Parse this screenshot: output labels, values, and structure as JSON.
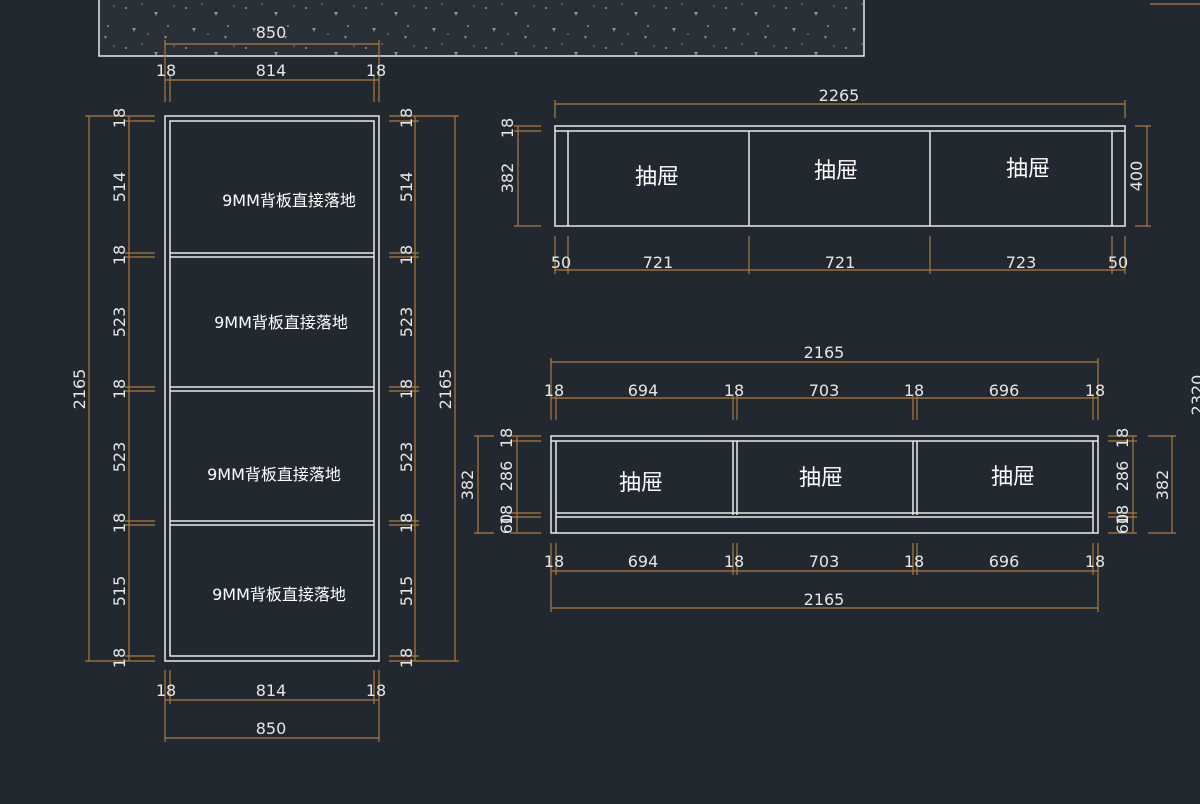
{
  "colors": {
    "background": "#212830",
    "object_lines": "#e8e8e8",
    "dimension_lines": "#b07a3a",
    "text": "#e6e6e6"
  },
  "top_strip": {
    "width_label": "850"
  },
  "cabinet_front": {
    "top": {
      "total": "850",
      "left": "18",
      "mid": "814",
      "right": "18"
    },
    "bottom": {
      "left": "18",
      "mid": "814",
      "right": "18",
      "total": "850"
    },
    "left_dims": [
      "18",
      "514",
      "18",
      "523",
      "18",
      "523",
      "18",
      "515",
      "18"
    ],
    "left_total": "2165",
    "right_dims": [
      "18",
      "514",
      "18",
      "523",
      "18",
      "523",
      "18",
      "515",
      "18"
    ],
    "right_total": "2165",
    "panels": [
      "9MM背板直接落地",
      "9MM背板直接落地",
      "9MM背板直接落地",
      "9MM背板直接落地"
    ]
  },
  "drawer_top": {
    "total": "2265",
    "bottom_dims": [
      "50",
      "721",
      "721",
      "723",
      "50"
    ],
    "left_dims": [
      "18",
      "382"
    ],
    "right_dim": "400",
    "labels": [
      "抽屉",
      "抽屉",
      "抽屉"
    ]
  },
  "drawer_bottom": {
    "top_total": "2165",
    "top_dims": [
      "18",
      "694",
      "18",
      "703",
      "18",
      "696",
      "18"
    ],
    "bottom_dims": [
      "18",
      "694",
      "18",
      "703",
      "18",
      "696",
      "18"
    ],
    "bottom_total": "2165",
    "left_outer": "382",
    "left_dims": [
      "18",
      "286",
      "18",
      "60"
    ],
    "right_dims": [
      "18",
      "286",
      "18",
      "60"
    ],
    "right_outer": "382",
    "labels": [
      "抽屉",
      "抽屉",
      "抽屉"
    ]
  },
  "edge_partial_label": "2320"
}
